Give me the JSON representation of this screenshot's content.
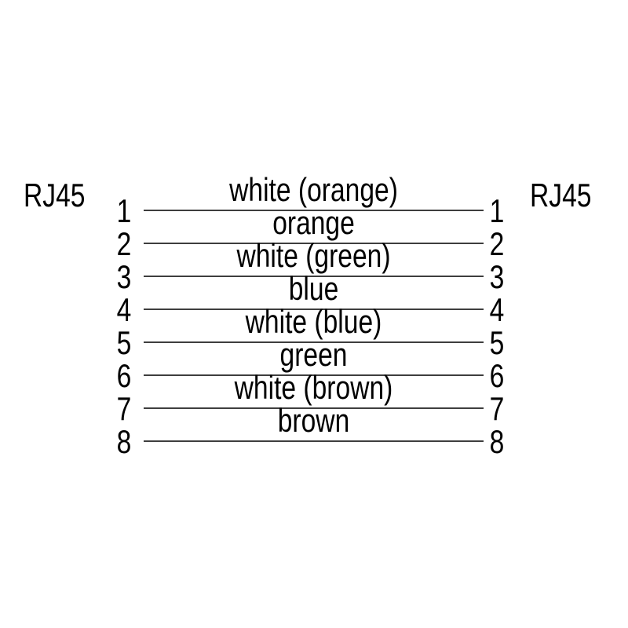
{
  "colors": {
    "background": "#ffffff",
    "text": "#000000",
    "wire_line": "#3e3e3e"
  },
  "diagram": {
    "connector_left": {
      "label": "RJ45"
    },
    "connector_right": {
      "label": "RJ45"
    },
    "rows": [
      {
        "left_pin": "1",
        "label": "white (orange)",
        "right_pin": "1"
      },
      {
        "left_pin": "2",
        "label": "orange",
        "right_pin": "2"
      },
      {
        "left_pin": "3",
        "label": "white (green)",
        "right_pin": "3"
      },
      {
        "left_pin": "4",
        "label": "blue",
        "right_pin": "4"
      },
      {
        "left_pin": "5",
        "label": "white (blue)",
        "right_pin": "5"
      },
      {
        "left_pin": "6",
        "label": "green",
        "right_pin": "6"
      },
      {
        "left_pin": "7",
        "label": "white (brown)",
        "right_pin": "7"
      },
      {
        "left_pin": "8",
        "label": "brown",
        "right_pin": "8"
      }
    ]
  }
}
